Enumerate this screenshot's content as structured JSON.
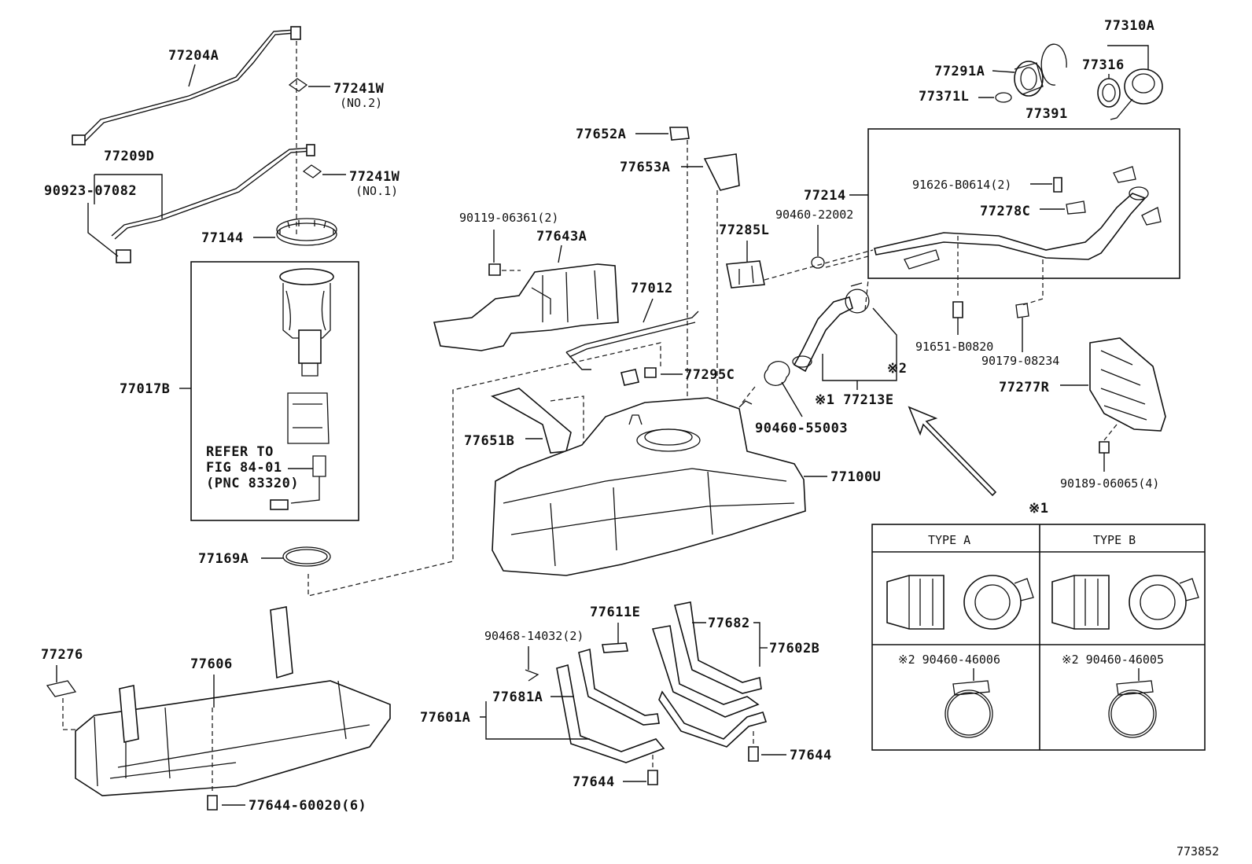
{
  "labels": {
    "p77204A": "77204A",
    "p77241W_2": "77241W",
    "p77241W_2_note": "(NO.2)",
    "p77209D": "77209D",
    "p90923": "90923-07082",
    "p77241W_1": "77241W",
    "p77241W_1_note": "(NO.1)",
    "p77144": "77144",
    "p77017B": "77017B",
    "refer1": "REFER TO",
    "refer2": "FIG 84-01",
    "refer3": "(PNC 83320)",
    "p77169A": "77169A",
    "p77276": "77276",
    "p77606": "77606",
    "p77644_60020": "77644-60020(6)",
    "p77652A": "77652A",
    "p77653A": "77653A",
    "p90119": "90119-06361(2)",
    "p77643A": "77643A",
    "p77012": "77012",
    "p77285L": "77285L",
    "p77295C": "77295C",
    "p77651B": "77651B",
    "p77100U": "77100U",
    "p90460_55003": "90460-55003",
    "p77213E": "※1 77213E",
    "note2": "※2",
    "p77214": "77214",
    "p90460_22002": "90460-22002",
    "p91626": "91626-B0614(2)",
    "p77278C": "77278C",
    "p91651": "91651-B0820",
    "p90179": "90179-08234",
    "p77277R": "77277R",
    "p90189": "90189-06065(4)",
    "p77310A": "77310A",
    "p77291A": "77291A",
    "p77316": "77316",
    "p77371L": "77371L",
    "p77391": "77391",
    "p90468": "90468-14032(2)",
    "p77611E": "77611E",
    "p77681A": "77681A",
    "p77601A": "77601A",
    "p77644a": "77644",
    "p77682": "77682",
    "p77602B": "77602B",
    "p77644b": "77644",
    "figno": "773852"
  },
  "inset": {
    "mark": "※1",
    "typeA": "TYPE  A",
    "typeB": "TYPE  B",
    "clampA": "※2 90460-46006",
    "clampB": "※2 90460-46005"
  }
}
